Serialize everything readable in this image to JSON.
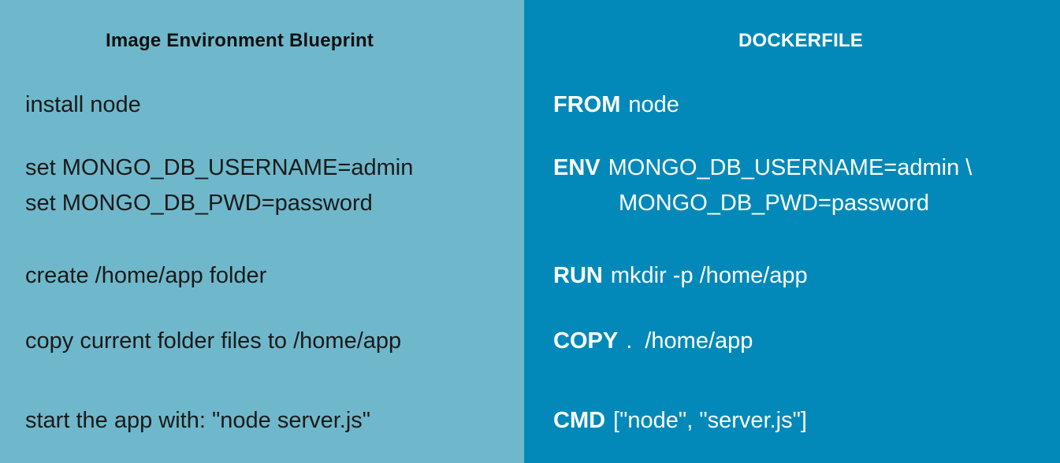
{
  "left_panel": {
    "heading": "Image Environment Blueprint",
    "lines": [
      "install node",
      "set MONGO_DB_USERNAME=admin",
      "set MONGO_DB_PWD=password",
      "create /home/app folder",
      "copy current folder files to /home/app",
      "start the app with: \"node server.js\""
    ]
  },
  "right_panel": {
    "heading": "DOCKERFILE",
    "instructions": [
      {
        "keyword": "FROM",
        "args": "node"
      },
      {
        "keyword": "ENV",
        "args": "MONGO_DB_USERNAME=admin \\"
      },
      {
        "keyword": "",
        "args": "MONGO_DB_PWD=password"
      },
      {
        "keyword": "RUN",
        "args": "mkdir -p /home/app"
      },
      {
        "keyword": "COPY",
        "args": ".  /home/app"
      },
      {
        "keyword": "CMD",
        "args": "[\"node\", \"server.js\"]"
      }
    ]
  },
  "colors": {
    "left_background": "#6fb8cc",
    "right_background": "#0289b9",
    "left_text": "#111111",
    "right_text": "#ffffff"
  }
}
